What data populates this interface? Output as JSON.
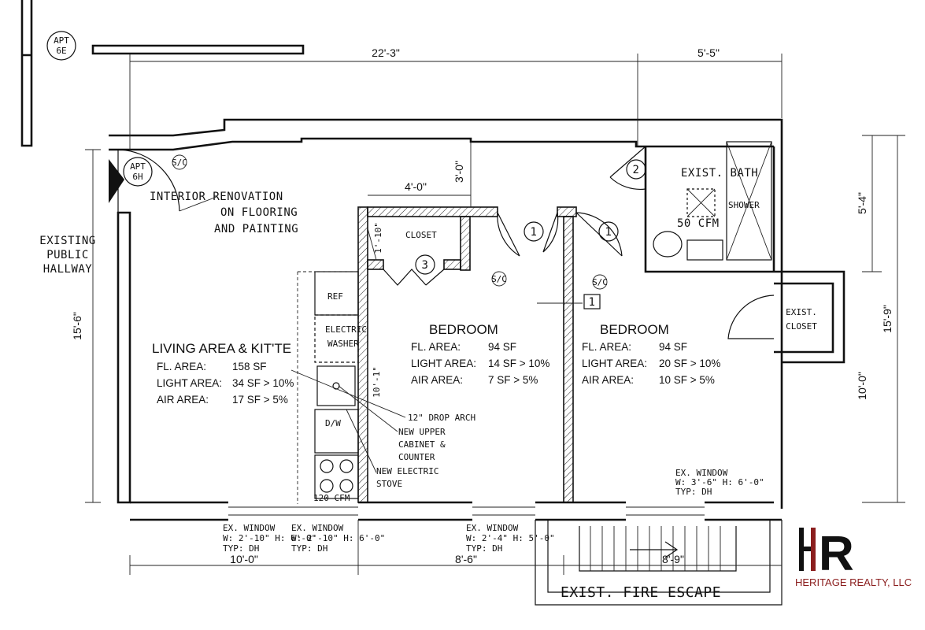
{
  "labels": {
    "apt_6e": [
      "APT",
      "6E"
    ],
    "apt_6h": [
      "APT",
      "6H"
    ],
    "existing_hallway": [
      "EXISTING",
      "PUBLIC",
      "HALLWAY"
    ],
    "renovation_note": [
      "INTERIOR RENOVATION",
      "ON FLOORING",
      "AND PAINTING"
    ],
    "closet": "CLOSET",
    "exist_bath": "EXIST. BATH",
    "shower": "SHOWER",
    "cfm_bath": "50 CFM",
    "exist_closet": [
      "EXIST.",
      "CLOSET"
    ],
    "ref": "REF",
    "washer": [
      "ELECTRIC",
      "WASHER"
    ],
    "dw": "D/W",
    "cfm_kitchen": "120 CFM",
    "drop_arch": "12\" DROP ARCH",
    "upper_cabinet": [
      "NEW UPPER",
      "CABINET &",
      "COUNTER"
    ],
    "new_stove": [
      "NEW ELECTRIC",
      "STOVE"
    ],
    "fire_escape": "EXIST. FIRE ESCAPE",
    "sc": "S/C",
    "door_tags": [
      "1",
      "1",
      "2",
      "3"
    ],
    "section_tag": "1"
  },
  "rooms": {
    "living": {
      "name": "LIVING AREA & KIT'TE",
      "rows": [
        [
          "FL. AREA:",
          "158 SF"
        ],
        [
          "LIGHT AREA:",
          "34 SF > 10%"
        ],
        [
          "AIR AREA:",
          "17 SF > 5%"
        ]
      ]
    },
    "bedroom1": {
      "name": "BEDROOM",
      "rows": [
        [
          "FL. AREA:",
          "94 SF"
        ],
        [
          "LIGHT AREA:",
          "14 SF > 10%"
        ],
        [
          "AIR AREA:",
          "7 SF > 5%"
        ]
      ]
    },
    "bedroom2": {
      "name": "BEDROOM",
      "rows": [
        [
          "FL. AREA:",
          "94 SF"
        ],
        [
          "LIGHT AREA:",
          "20 SF > 10%"
        ],
        [
          "AIR AREA:",
          "10 SF > 5%"
        ]
      ]
    }
  },
  "dimensions": {
    "top_main": "22'-3\"",
    "top_right": "5'-5\"",
    "left_height": "15'-6\"",
    "right_upper": "5'-4\"",
    "right_full": "15'-9\"",
    "right_lower": "10'-0\"",
    "bottom_living": "10'-0\"",
    "bottom_bed1": "8'-6\"",
    "bottom_bed2": "8'-9\"",
    "closet_width": "4'-0\"",
    "closet_offset": "3'-0\"",
    "closet_depth": "1'-10\"",
    "kitchen_depth": "10'-1\""
  },
  "windows": [
    [
      "EX. WINDOW",
      "W: 2'-10\" H: 6'-0\"",
      "TYP: DH"
    ],
    [
      "EX. WINDOW",
      "W: 2'-10\" H: 6'-0\"",
      "TYP: DH"
    ],
    [
      "EX. WINDOW",
      "W: 2'-4\" H: 5'-0\"",
      "TYP: DH"
    ],
    [
      "EX. WINDOW",
      "W: 3'-6\" H: 6'-0\"",
      "TYP: DH"
    ]
  ],
  "logo": {
    "company": "HERITAGE REALTY, LLC",
    "accent_color": "#8b1e1e"
  },
  "colors": {
    "ink": "#111111",
    "paper": "#ffffff"
  }
}
